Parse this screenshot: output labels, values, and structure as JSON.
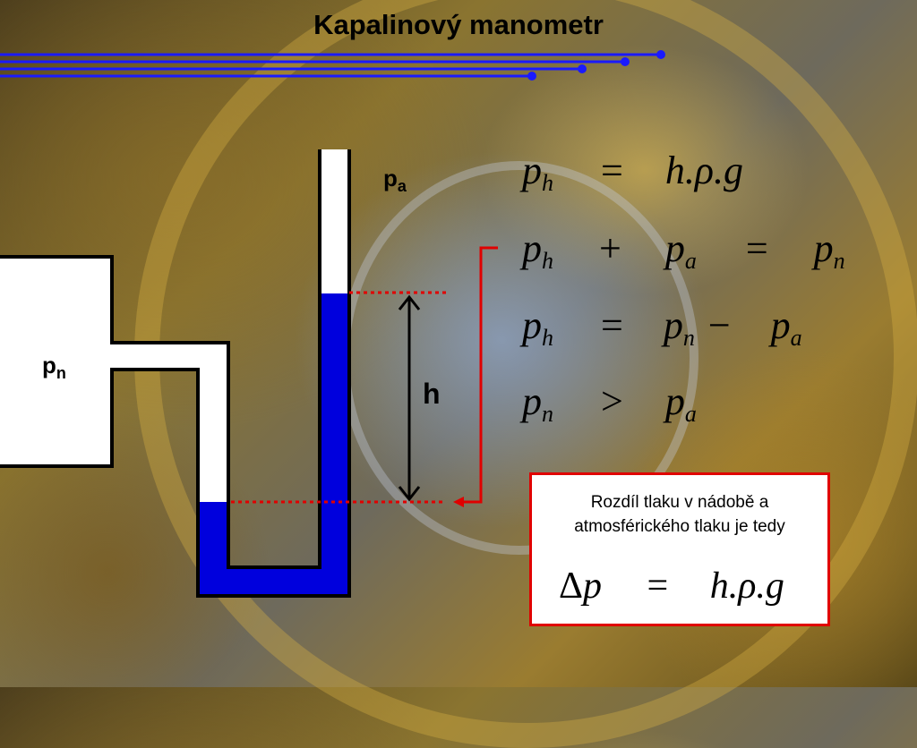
{
  "slide": {
    "title": "Kapalinový manometr",
    "labels": {
      "pa_main": "p",
      "pa_sub": "a",
      "pn_main": "p",
      "pn_sub": "n",
      "h": "h"
    },
    "equations": [
      {
        "lhs": "p",
        "lhs_sub": "h",
        "op1": "=",
        "rhs": "h.ρ.g"
      },
      {
        "t1": "p",
        "t1_sub": "h",
        "op1": "+",
        "t2": "p",
        "t2_sub": "a",
        "op2": "=",
        "t3": "p",
        "t3_sub": "n"
      },
      {
        "t1": "p",
        "t1_sub": "h",
        "op1": "=",
        "t2": "p",
        "t2_sub": "n",
        "op2": "−",
        "t3": "p",
        "t3_sub": "a"
      },
      {
        "t1": "p",
        "t1_sub": "n",
        "op1": ">",
        "t2": "p",
        "t2_sub": "a"
      }
    ],
    "result_box": {
      "text_line1": "Rozdíl tlaku v nádobě a",
      "text_line2": "atmosférického tlaku je tedy",
      "delta": "Δ",
      "lhs": "p",
      "op": "=",
      "rhs": "h.ρ.g"
    },
    "colors": {
      "liquid": "#0000dd",
      "accent": "#e00000",
      "title_lines": "#1a1aff"
    }
  }
}
